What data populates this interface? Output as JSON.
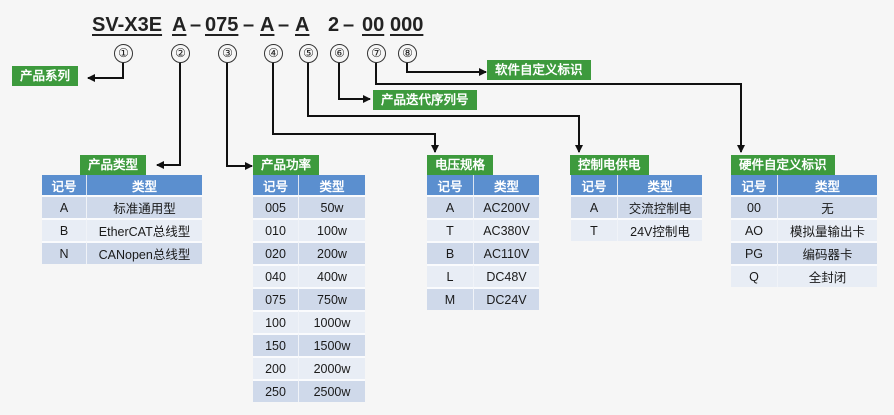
{
  "model_code": {
    "segments": [
      "SV-X3E",
      "A",
      "–",
      "075",
      "–",
      "A",
      "–",
      "A",
      "2",
      "–",
      "00",
      "000"
    ],
    "markers": [
      "①",
      "②",
      "③",
      "④",
      "⑤",
      "⑥",
      "⑦",
      "⑧"
    ]
  },
  "labels": {
    "series": "产品系列",
    "type": "产品类型",
    "power": "产品功率",
    "voltage": "电压规格",
    "control": "控制电供电",
    "hardware": "硬件自定义标识",
    "iteration": "产品迭代序列号",
    "software": "软件自定义标识"
  },
  "tables": {
    "type": {
      "headers": [
        "记号",
        "类型"
      ],
      "rows": [
        [
          "A",
          "标准通用型"
        ],
        [
          "B",
          "EtherCAT总线型"
        ],
        [
          "N",
          "CANopen总线型"
        ]
      ]
    },
    "power": {
      "headers": [
        "记号",
        "类型"
      ],
      "rows": [
        [
          "005",
          "50w"
        ],
        [
          "010",
          "100w"
        ],
        [
          "020",
          "200w"
        ],
        [
          "040",
          "400w"
        ],
        [
          "075",
          "750w"
        ],
        [
          "100",
          "1000w"
        ],
        [
          "150",
          "1500w"
        ],
        [
          "200",
          "2000w"
        ],
        [
          "250",
          "2500w"
        ]
      ]
    },
    "voltage": {
      "headers": [
        "记号",
        "类型"
      ],
      "rows": [
        [
          "A",
          "AC200V"
        ],
        [
          "T",
          "AC380V"
        ],
        [
          "B",
          "AC110V"
        ],
        [
          "L",
          "DC48V"
        ],
        [
          "M",
          "DC24V"
        ]
      ]
    },
    "control": {
      "headers": [
        "记号",
        "类型"
      ],
      "rows": [
        [
          "A",
          "交流控制电"
        ],
        [
          "T",
          "24V控制电"
        ]
      ]
    },
    "hardware": {
      "headers": [
        "记号",
        "类型"
      ],
      "rows": [
        [
          "00",
          "无"
        ],
        [
          "AO",
          "模拟量输出卡"
        ],
        [
          "PG",
          "编码器卡"
        ],
        [
          "Q",
          "全封闭"
        ]
      ]
    }
  },
  "colors": {
    "tag_green": "#3d9a3d",
    "header_blue": "#5b8fcf",
    "row_dark": "#cfd9ea",
    "row_light": "#e8edf5"
  }
}
